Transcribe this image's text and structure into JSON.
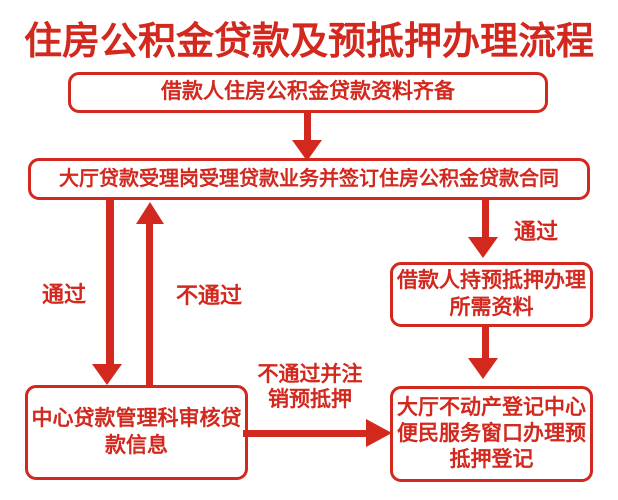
{
  "colors": {
    "accent": "#d2281e",
    "background": "#ffffff"
  },
  "title": "住房公积金贷款及预抵押办理流程",
  "nodes": {
    "start": {
      "label": "借款人住房公积金贷款资料齐备"
    },
    "hall_accept": {
      "label": "大厅贷款受理岗受理贷款业务并签订住房公积金贷款合同"
    },
    "borrower_materials": {
      "label": "借款人持预抵押办理所需资料"
    },
    "center_review": {
      "label": "中心贷款管理科审核贷款信息"
    },
    "registration": {
      "label": "大厅不动产登记中心便民服务窗口办理预抵押登记"
    }
  },
  "edges": {
    "pass_left": {
      "label": "通过"
    },
    "fail_up": {
      "label": "不通过"
    },
    "pass_right": {
      "label": "通过"
    },
    "fail_cancel": {
      "label": "不通过并注销预抵押"
    }
  }
}
